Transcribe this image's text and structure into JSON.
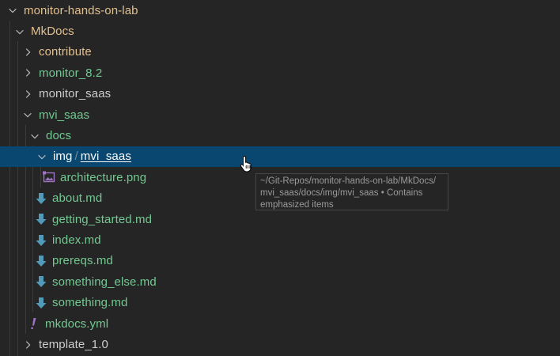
{
  "explorer": {
    "items": [
      {
        "label": "monitor-hands-on-lab",
        "type": "folder",
        "expanded": true,
        "depth": 0,
        "color": "#e2c08d"
      },
      {
        "label": "MkDocs",
        "type": "folder",
        "expanded": true,
        "depth": 1,
        "color": "#e2c08d"
      },
      {
        "label": "contribute",
        "type": "folder",
        "expanded": false,
        "depth": 2,
        "color": "#e2c08d"
      },
      {
        "label": "monitor_8.2",
        "type": "folder",
        "expanded": false,
        "depth": 2,
        "color": "#73c991"
      },
      {
        "label": "monitor_saas",
        "type": "folder",
        "expanded": false,
        "depth": 2,
        "color": "#cccccc"
      },
      {
        "label": "mvi_saas",
        "type": "folder",
        "expanded": true,
        "depth": 2,
        "color": "#73c991"
      },
      {
        "label": "docs",
        "type": "folder",
        "expanded": true,
        "depth": 3,
        "color": "#73c991"
      },
      {
        "label_parent": "img",
        "label_sep": "/",
        "label_child": "mvi_saas",
        "type": "folder",
        "expanded": true,
        "depth": 4,
        "selected": true
      },
      {
        "label": "architecture.png",
        "type": "image-file",
        "depth": 5,
        "color": "#73c991"
      },
      {
        "label": "about.md",
        "type": "markdown-file",
        "depth": 4,
        "color": "#73c991"
      },
      {
        "label": "getting_started.md",
        "type": "markdown-file",
        "depth": 4,
        "color": "#73c991"
      },
      {
        "label": "index.md",
        "type": "markdown-file",
        "depth": 4,
        "color": "#73c991"
      },
      {
        "label": "prereqs.md",
        "type": "markdown-file",
        "depth": 4,
        "color": "#73c991"
      },
      {
        "label": "something_else.md",
        "type": "markdown-file",
        "depth": 4,
        "color": "#73c991"
      },
      {
        "label": "something.md",
        "type": "markdown-file",
        "depth": 4,
        "color": "#73c991"
      },
      {
        "label": "mkdocs.yml",
        "type": "yaml-file",
        "depth": 3,
        "color": "#73c991"
      },
      {
        "label": "template_1.0",
        "type": "folder",
        "expanded": false,
        "depth": 2,
        "color": "#cccccc"
      }
    ]
  },
  "tooltip": {
    "line1": "~/Git-Repos/monitor-hands-on-lab/MkDocs/",
    "line2": "mvi_saas/docs/img/mvi_saas • Contains",
    "line3": "emphasized items"
  },
  "colors": {
    "background": "#252526",
    "selection": "#094771",
    "folder_modified": "#e2c08d",
    "untracked_green": "#73c991",
    "markdown_icon": "#519aba",
    "yaml_icon": "#a074c4"
  }
}
